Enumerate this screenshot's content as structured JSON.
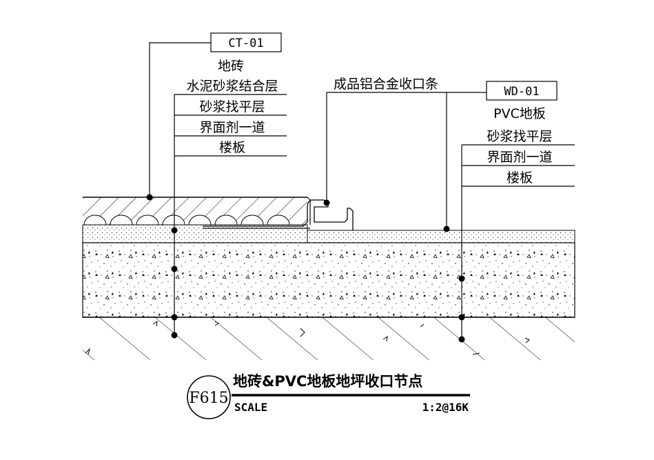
{
  "tags": {
    "left": "CT-01",
    "right": "WD-01"
  },
  "left_labels": {
    "title": "地砖",
    "layers": [
      "水泥砂浆结合层",
      "砂浆找平层",
      "界面剂一道",
      "楼板"
    ]
  },
  "strip_label": "成品铝合金收口条",
  "right_labels": {
    "title": "PVC地板",
    "layers": [
      "砂浆找平层",
      "界面剂一道",
      "楼板"
    ]
  },
  "title_block": {
    "code": "F615",
    "title": "地砖&PVC地板地坪收口节点",
    "scale_label": "SCALE",
    "scale_value": "1:2@16K"
  }
}
